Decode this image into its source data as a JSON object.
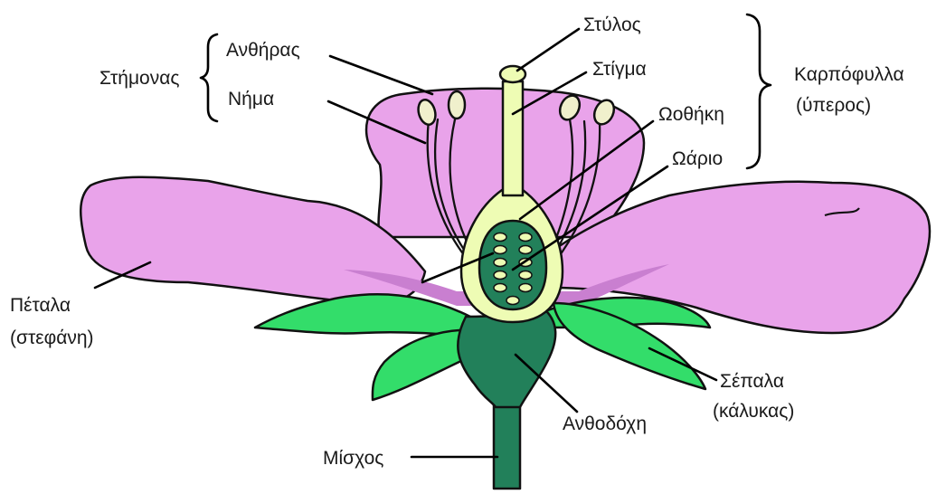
{
  "labels": {
    "stamen": "Στήμονας",
    "anther": "Ανθήρας",
    "filament": "Νήμα",
    "style": "Στύλος",
    "stigma": "Στίγμα",
    "ovary": "Ωοθήκη",
    "ovule": "Ωάριο",
    "carpels_line1": "Καρπόφυλλα",
    "carpels_line2": "(ύπερος)",
    "petals_line1": "Πέταλα",
    "petals_line2": "(στεφάνη)",
    "sepals_line1": "Σέπαλα",
    "sepals_line2": "(κάλυκας)",
    "receptacle": "Ανθοδόχη",
    "stem": "Μίσχος"
  },
  "colors": {
    "petal": "#e9a3ea",
    "petal_shadow": "#c97fd0",
    "sepal": "#33dd6a",
    "receptacle": "#22805a",
    "pistil": "#eefcb4",
    "anther": "#f0f0cc",
    "outline": "#111111"
  }
}
